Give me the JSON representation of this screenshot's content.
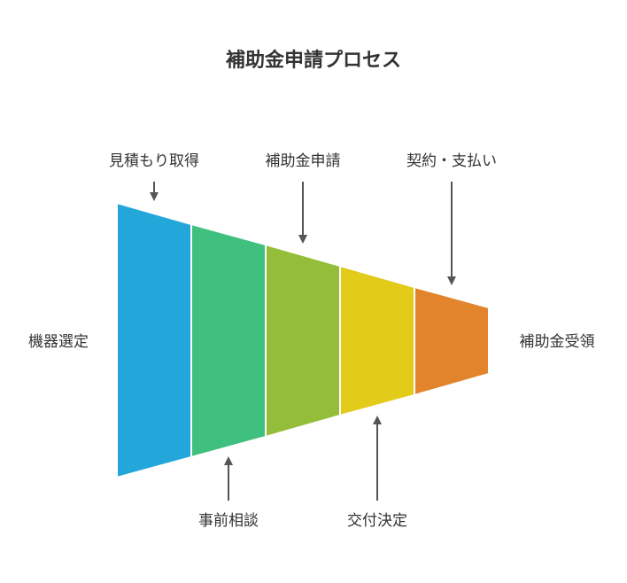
{
  "title": "補助金申請プロセス",
  "stages": [
    {
      "color": "#23a7db"
    },
    {
      "color": "#3fc07e"
    },
    {
      "color": "#94be3a"
    },
    {
      "color": "#e2cb19"
    },
    {
      "color": "#e2842c"
    }
  ],
  "labels": {
    "start": "機器選定",
    "end": "補助金受領",
    "top": [
      "見積もり取得",
      "補助金申請",
      "契約・支払い"
    ],
    "bottom": [
      "事前相談",
      "交付決定"
    ]
  }
}
